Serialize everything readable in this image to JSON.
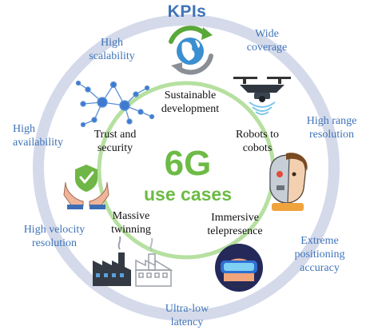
{
  "title": "KPIs",
  "center": {
    "main": "6G",
    "sub": "use cases"
  },
  "kpis": {
    "high_scalability": "High\nscalability",
    "wide_coverage": "Wide\ncoverage",
    "high_availability": "High\navailability",
    "high_range_resolution": "High range\nresolution",
    "high_velocity_resolution": "High velocity\nresolution",
    "extreme_positioning_accuracy": "Extreme\npositioning\naccuracy",
    "ultra_low_latency": "Ultra-low\nlatency"
  },
  "use_cases": {
    "sustainable_development": "Sustainable\ndevelopment",
    "trust_and_security": "Trust and\nsecurity",
    "robots_to_cobots": "Robots to\ncobots",
    "massive_twinning": "Massive\ntwinning",
    "immersive_telepresence": "Immersive\ntelepresence"
  },
  "colors": {
    "kpi_text": "#3f73b8",
    "outer_ring": "#d4daea",
    "inner_ring": "#b6e0a0",
    "center_text": "#6dbb45"
  },
  "icons": [
    "recycle-globe-icon",
    "network-graph-icon",
    "drone-icon",
    "shield-hands-icon",
    "robot-face-icon",
    "factory-twin-icon",
    "vr-headset-icon"
  ]
}
